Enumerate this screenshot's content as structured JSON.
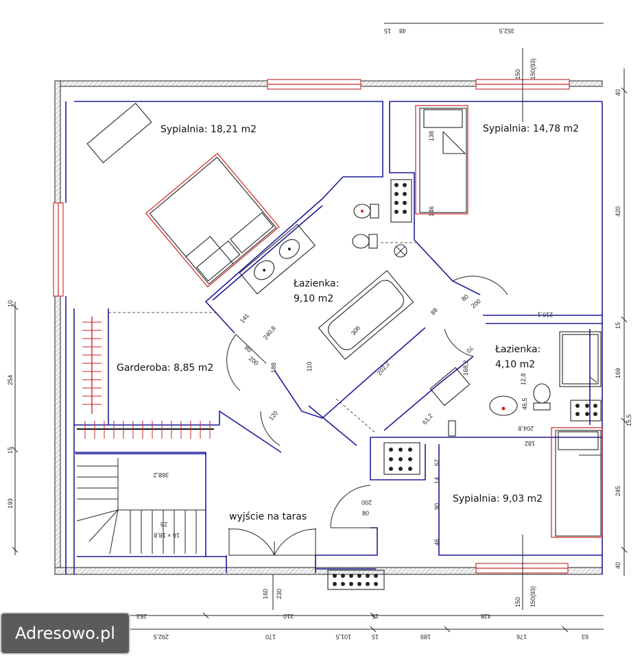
{
  "rooms": {
    "bedroom_main": "Sypialnia: 18,21 m2",
    "bedroom_ne": "Sypialnia: 14,78 m2",
    "bathroom_main": "Łazienka:",
    "bathroom_main_area": "9,10 m2",
    "bathroom_small": "Łazienka:",
    "bathroom_small_area": "4,10 m2",
    "wardrobe": "Garderoba: 8,85 m2",
    "bedroom_se": "Sypialnia: 9,03 m2",
    "terrace_exit": "wyjście na taras"
  },
  "dimensions": {
    "top": [
      "352,5",
      "48",
      "15"
    ],
    "right": [
      "40",
      "420",
      "15",
      "169",
      "15,5",
      "245",
      "40"
    ],
    "left": [
      "10",
      "254",
      "15",
      "193"
    ],
    "bottom_row1": [
      "253",
      "310",
      "15",
      "428"
    ],
    "bottom_row2": [
      "292,5",
      "170",
      "101,5",
      "15",
      "189",
      "176",
      "63"
    ],
    "windows": [
      "150",
      "150(93)",
      "160",
      "230"
    ],
    "doors": [
      "80",
      "200",
      "70",
      "90",
      "62",
      "14",
      "46"
    ],
    "interior": [
      "368,2",
      "306",
      "202,2",
      "204,8",
      "210,1",
      "188",
      "182",
      "138",
      "146",
      "141",
      "240,8",
      "88",
      "110",
      "120",
      "168,2",
      "61,2",
      "12,8",
      "46,5",
      "28",
      "16 × 18,8"
    ]
  },
  "watermark": "Adresowo.pl"
}
